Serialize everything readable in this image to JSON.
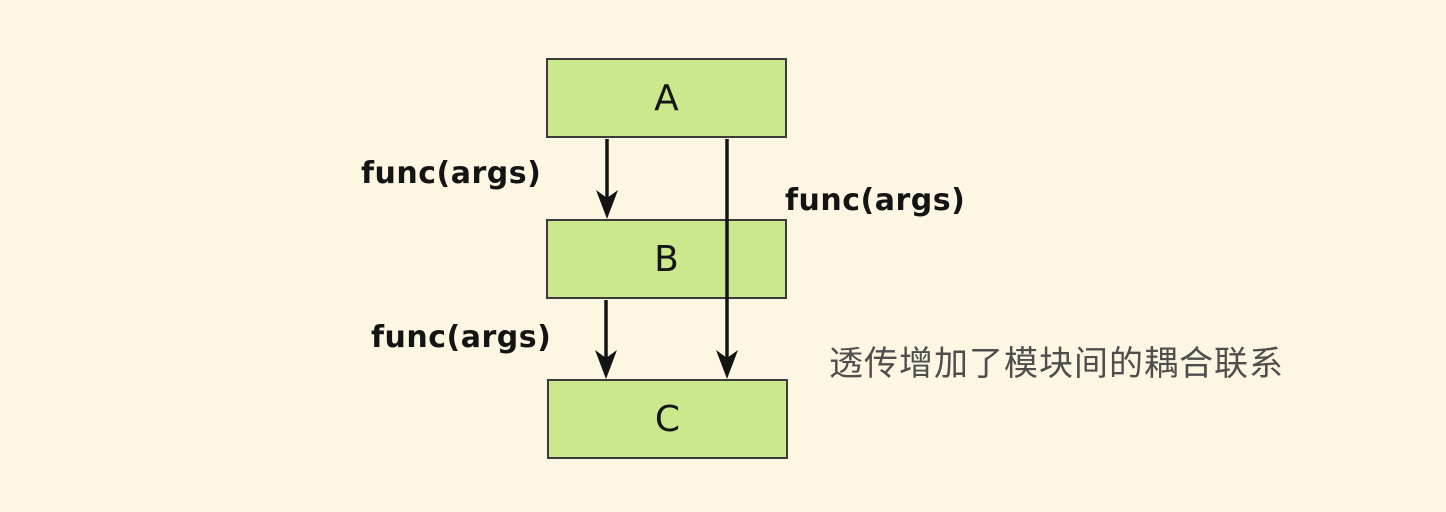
{
  "diagram": {
    "title": "pass-through call coupling diagram",
    "background_color": "#fdf6e2",
    "node_fill_color": "#cbe98c",
    "node_border_color": "#3b3b3b",
    "arrow_color": "#141414",
    "nodes": [
      {
        "id": "A",
        "label": "A"
      },
      {
        "id": "B",
        "label": "B"
      },
      {
        "id": "C",
        "label": "C"
      }
    ],
    "edges": [
      {
        "from": "A",
        "to": "B",
        "label": "func(args)"
      },
      {
        "from": "A",
        "to": "C",
        "label": "func(args)"
      },
      {
        "from": "B",
        "to": "C",
        "label": "func(args)"
      }
    ],
    "annotation": "透传增加了模块间的耦合联系"
  }
}
